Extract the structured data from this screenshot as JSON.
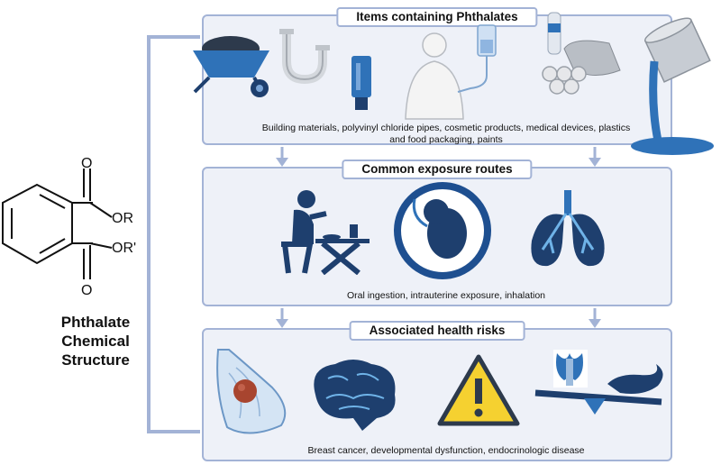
{
  "colors": {
    "panel_fill": "#eef1f8",
    "panel_border": "#a3b3d6",
    "icon_blue": "#2f72b8",
    "icon_navy": "#1e3f6e",
    "warning_yellow": "#f5d130"
  },
  "structure": {
    "group_1": "OR",
    "group_2": "OR'",
    "label_lines": [
      "Phthalate",
      "Chemical",
      "Structure"
    ]
  },
  "sections": [
    {
      "title": "Items containing Phthalates",
      "caption_lines": [
        "Building materials, polyvinyl chloride pipes, cosmetic products, medical devices, plastics",
        "and food packaging, paints"
      ],
      "icons": [
        "wheelbarrow-icon",
        "pipe-icon",
        "cosmetic-tube-icon",
        "patient-iv-icon",
        "plastic-packaging-icon",
        "paint-can-icon"
      ]
    },
    {
      "title": "Common exposure routes",
      "caption_lines": [
        "Oral ingestion, intrauterine exposure, inhalation"
      ],
      "icons": [
        "eating-person-icon",
        "fetus-icon",
        "lungs-icon"
      ]
    },
    {
      "title": "Associated health risks",
      "caption_lines": [
        "Breast cancer, developmental dysfunction, endocrinologic disease"
      ],
      "icons": [
        "breast-tumor-icon",
        "brain-icon",
        "warning-icon",
        "thyroid-pancreas-balance-icon"
      ]
    }
  ]
}
